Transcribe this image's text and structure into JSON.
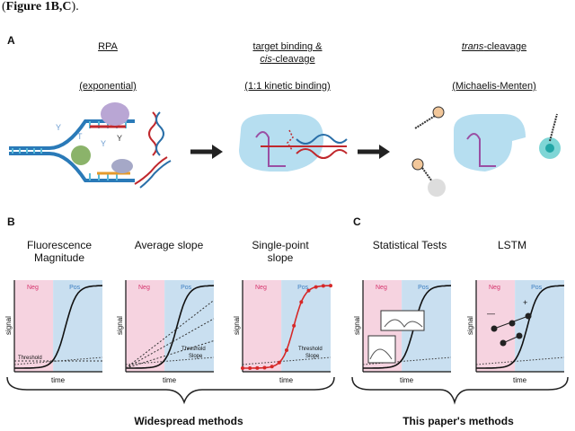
{
  "caption": {
    "prefix": "(",
    "bold": "Figure 1B,C",
    "suffix": ")."
  },
  "panels": {
    "a": "A",
    "b": "B",
    "c": "C"
  },
  "top": {
    "step1": {
      "title": "RPA",
      "subtitle": "(exponential)"
    },
    "step2": {
      "title_line1": "target binding &",
      "title_line2_italic": "cis",
      "title_line2_rest": "-cleavage",
      "subtitle": "(1:1 kinetic binding)"
    },
    "step3": {
      "title_italic": "trans",
      "title_rest": "-cleavage",
      "subtitle": "(Michaelis-Menten)"
    }
  },
  "methods": [
    {
      "title_line1": "Fluorescence",
      "title_line2": "Magnitude"
    },
    {
      "title_line1": "Average slope",
      "title_line2": ""
    },
    {
      "title_line1": "Single-point",
      "title_line2": "slope"
    },
    {
      "title_line1": "Statistical Tests",
      "title_line2": ""
    },
    {
      "title_line1": "LSTM",
      "title_line2": ""
    }
  ],
  "plot_labels": {
    "neg": "Neg",
    "pos": "Pos",
    "ylabel": "signal",
    "xlabel": "time",
    "threshold": "Threshold",
    "slope": "Slope",
    "plus": "+",
    "minus": "—"
  },
  "bottom": {
    "left": "Widespread methods",
    "right": "This paper's methods"
  },
  "colors": {
    "neg": "#f6d3e0",
    "pos": "#c9dff0",
    "neg_text": "#d6336c",
    "pos_text": "#3d7fc1",
    "red": "#d62828"
  }
}
